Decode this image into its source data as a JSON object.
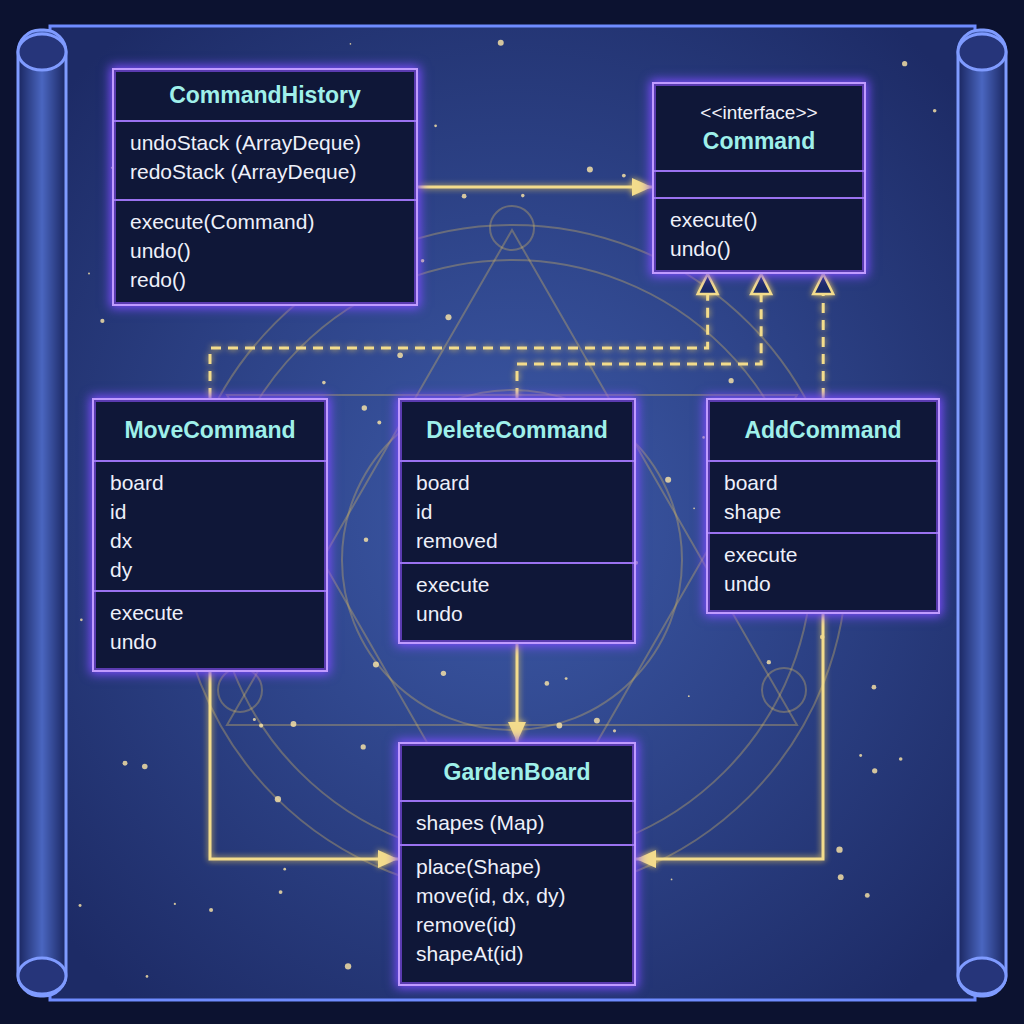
{
  "diagram": {
    "nodes": [
      {
        "text": [
          "CommandHistory",
          "undoStack (ArrayDeque)",
          "redoStack (ArrayDeque)",
          "execute(Command)",
          "undo()",
          "redo()"
        ]
      },
      {
        "text": [
          "<<interface>>",
          "Command",
          "execute()",
          "undo()"
        ]
      },
      {
        "text": [
          "MoveCommand",
          "board",
          "id",
          "dx",
          "dy",
          "execute",
          "undo"
        ]
      },
      {
        "text": [
          "DeleteCommand",
          "board",
          "id",
          "removed",
          "execute",
          "undo"
        ]
      },
      {
        "text": [
          "AddCommand",
          "board",
          "shape",
          "execute",
          "undo"
        ]
      },
      {
        "text": [
          "GardenBoard",
          "shapes (Map)",
          "place(Shape)",
          "move(id, dx, dy)",
          "remove(id)",
          "shapeAt(id)"
        ]
      }
    ],
    "edges": [
      {
        "from": 0,
        "to": 1,
        "arrow": "to"
      },
      {
        "from": 2,
        "to": 1,
        "arrow": "to"
      },
      {
        "from": 3,
        "to": 1,
        "arrow": "to"
      },
      {
        "from": 4,
        "to": 1,
        "arrow": "to"
      },
      {
        "from": 3,
        "to": 5,
        "arrow": "to"
      },
      {
        "from": 2,
        "to": 5,
        "arrow": "to"
      },
      {
        "from": 4,
        "to": 5,
        "arrow": "to"
      }
    ]
  }
}
